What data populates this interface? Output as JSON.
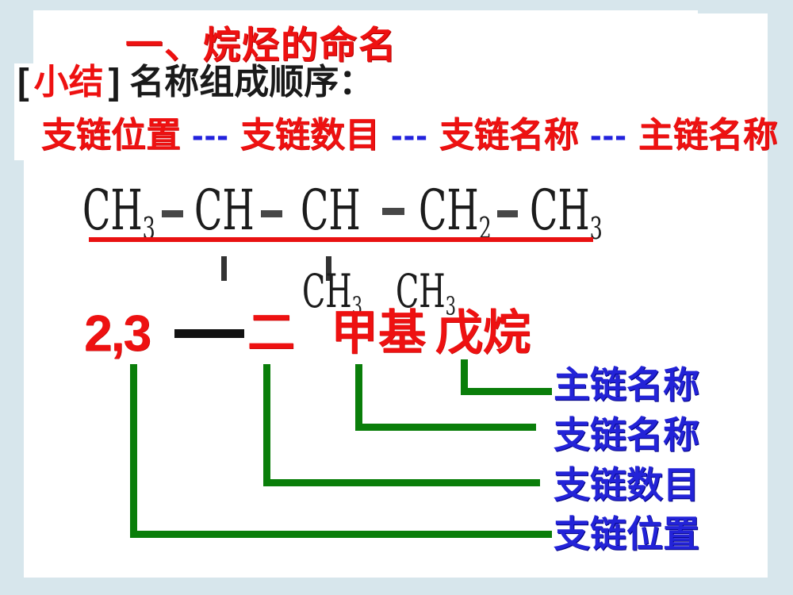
{
  "slide": {
    "title": "一、烷烃的命名",
    "summary": {
      "open_bracket": "[",
      "label": "小结",
      "close_bracket": "]",
      "text": "名称组成顺序："
    },
    "sequence": {
      "separator": "---",
      "items": [
        "支链位置",
        "支链数目",
        "支链名称",
        "主链名称"
      ]
    },
    "formula": {
      "atoms": [
        {
          "t": "CH",
          "s": "3"
        },
        {
          "t": "CH",
          "s": ""
        },
        {
          "t": "CH",
          "s": ""
        },
        {
          "t": "CH",
          "s": "2"
        },
        {
          "t": "CH",
          "s": "3"
        }
      ],
      "branches": [
        {
          "t": "CH",
          "s": "3"
        },
        {
          "t": "CH",
          "s": "3"
        }
      ]
    },
    "name": {
      "locants": "2,3",
      "count": "二",
      "branch": "甲基",
      "parent": "戊烷"
    },
    "legend": [
      "主链名称",
      "支链名称",
      "支链数目",
      "支链位置"
    ],
    "colors": {
      "background": "#d7e6ec",
      "text_red": "#ee1111",
      "dash_blue": "#2222dd",
      "line_green": "#0a7e0a",
      "underline_red": "#e91111",
      "label_blue": "#2323d8"
    }
  }
}
